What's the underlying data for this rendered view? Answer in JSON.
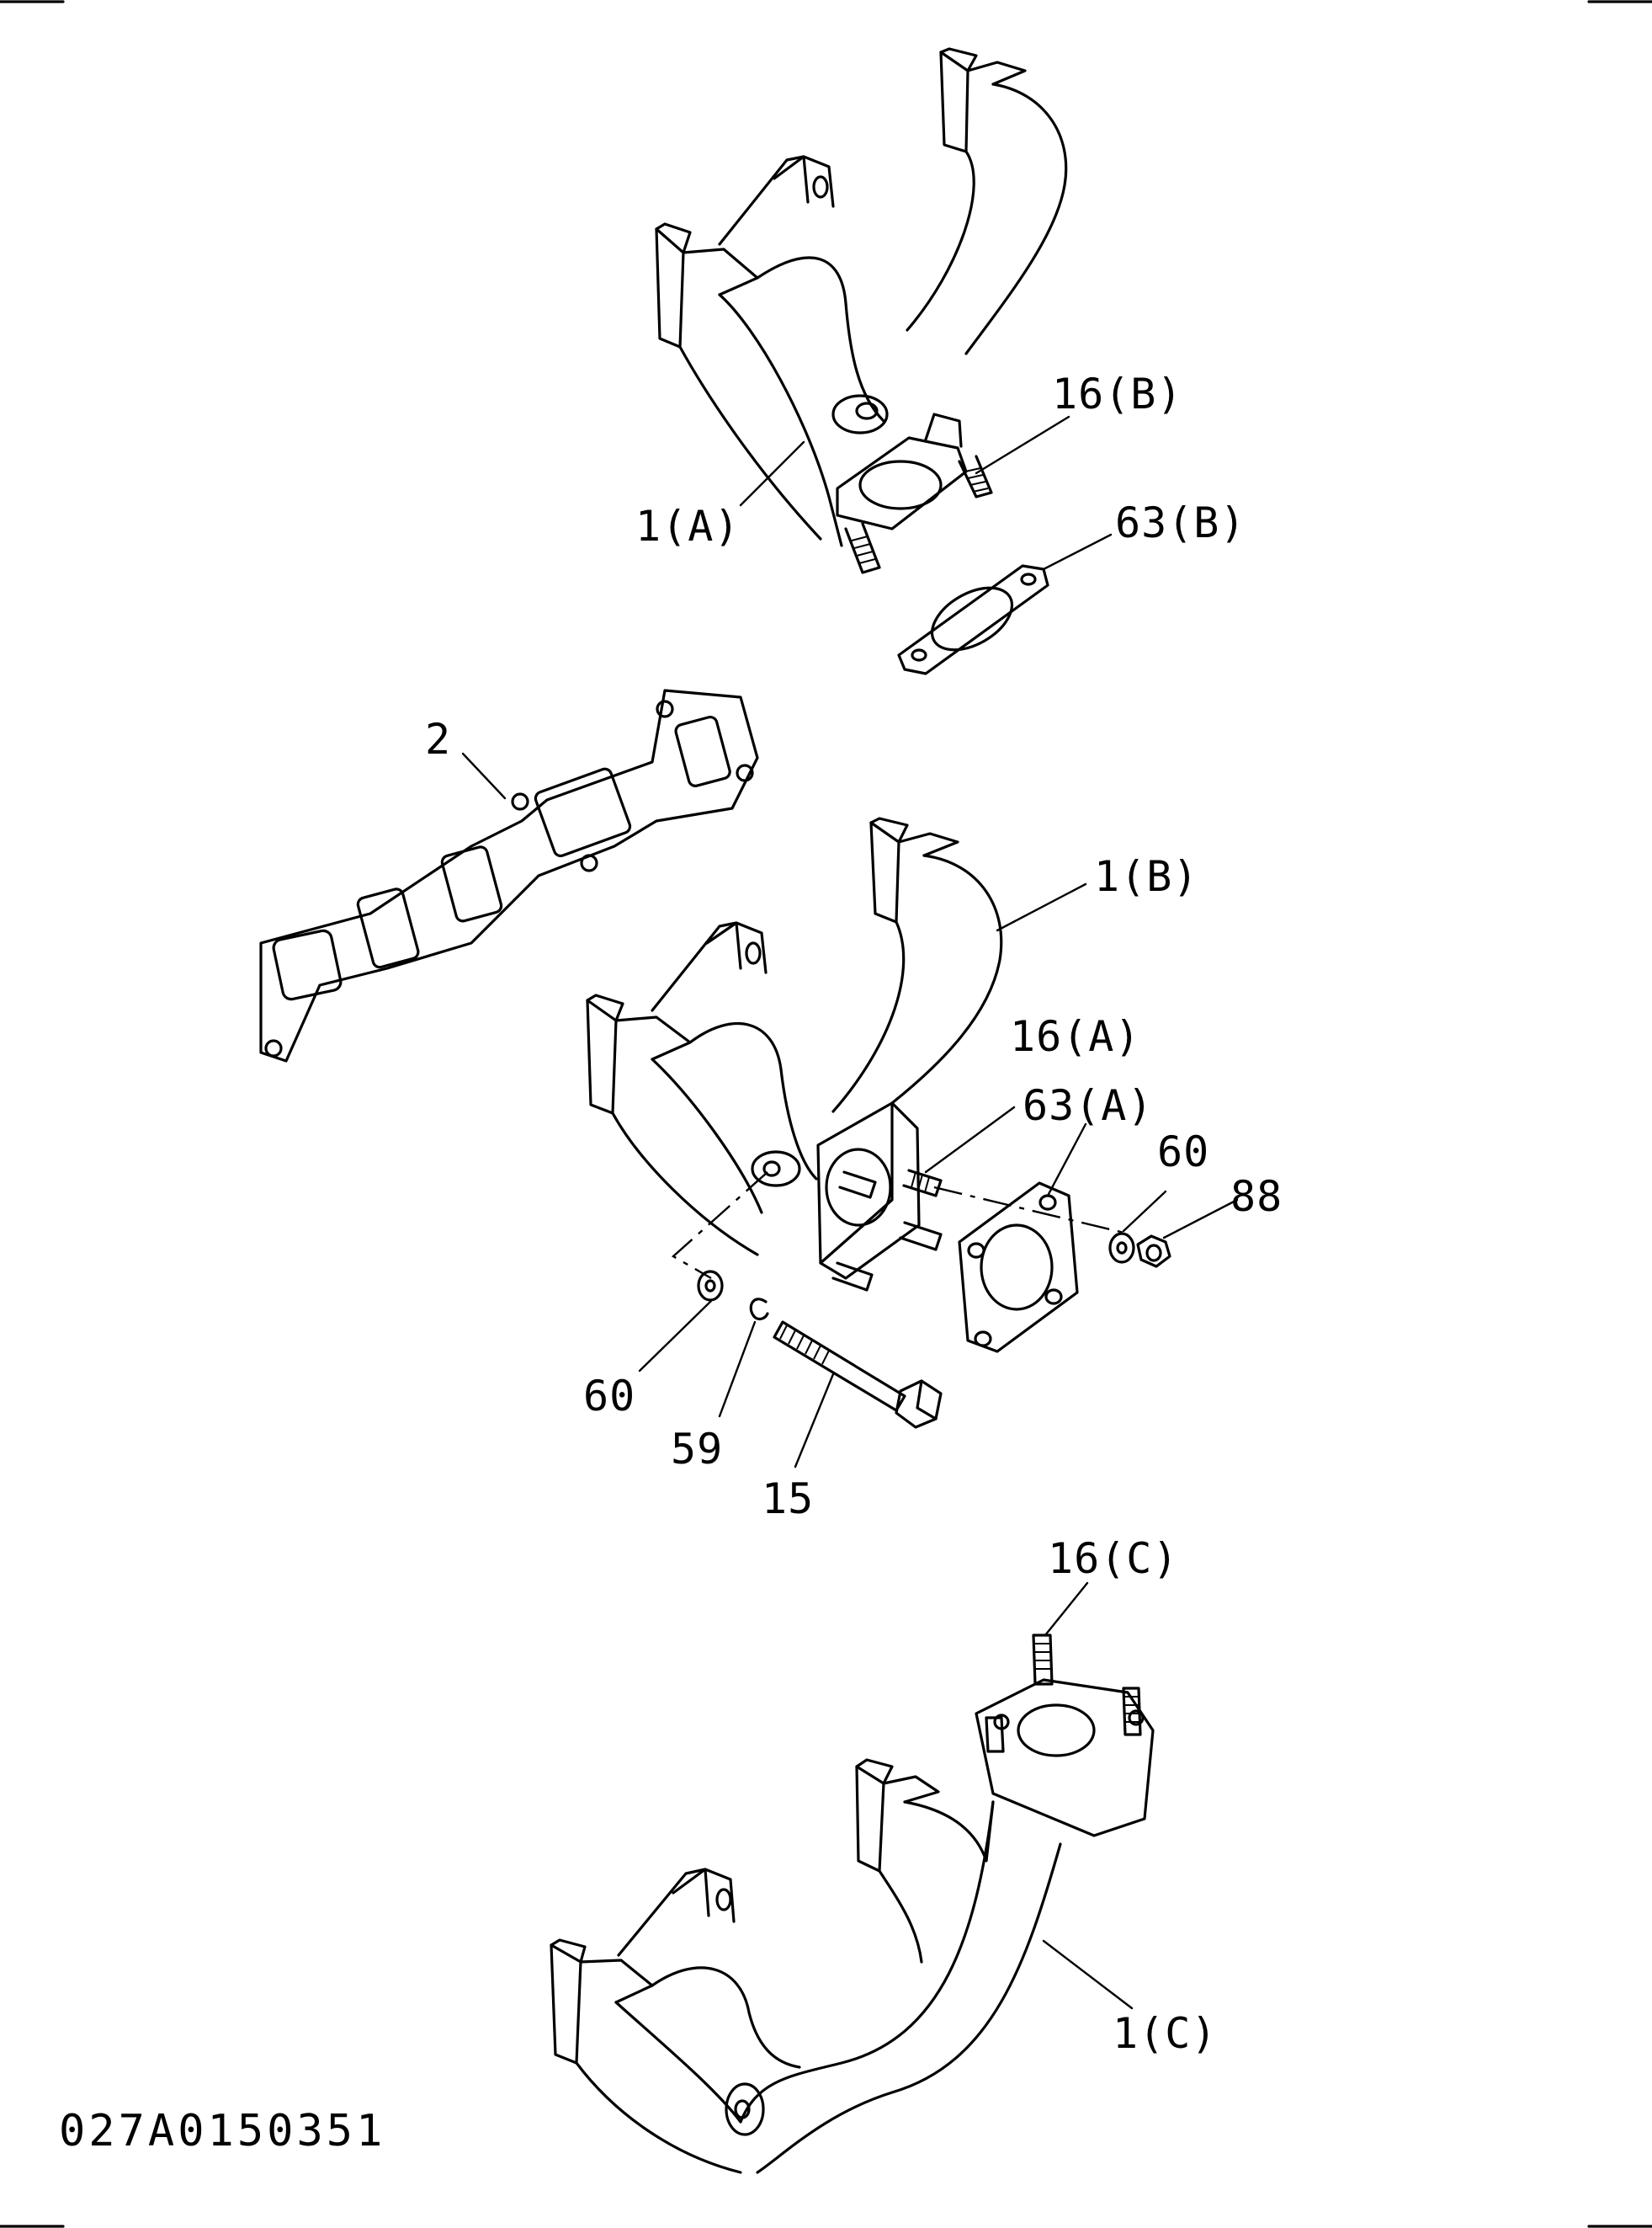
{
  "labels": {
    "part_1a": "1(A)",
    "part_16b": "16(B)",
    "part_63b": "63(B)",
    "part_2": "2",
    "part_1b": "1(B)",
    "part_16a": "16(A)",
    "part_63a": "63(A)",
    "part_60_right": "60",
    "part_88": "88",
    "part_60_left": "60",
    "part_59": "59",
    "part_15": "15",
    "part_16c": "16(C)",
    "part_1c": "1(C)"
  },
  "drawing_code": "027A0150351"
}
